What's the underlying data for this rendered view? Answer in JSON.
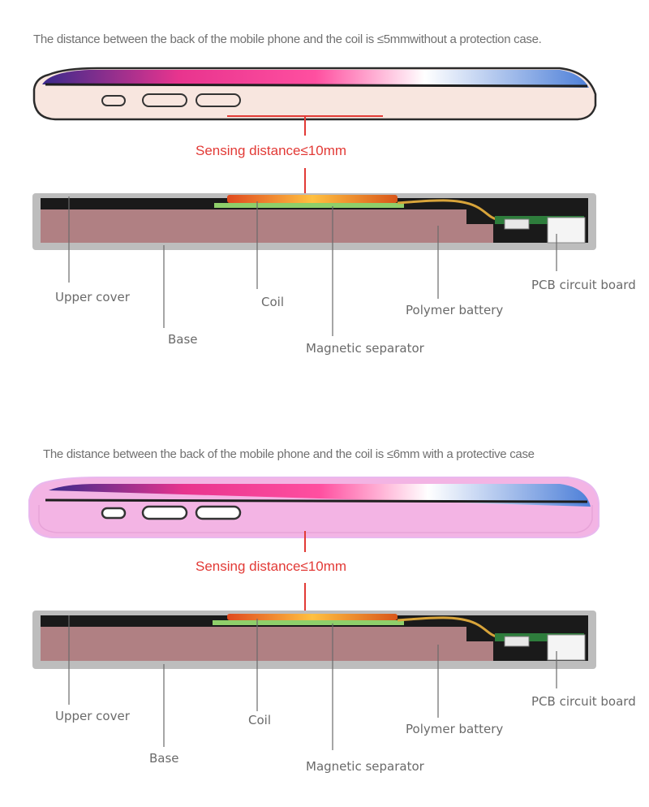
{
  "colors": {
    "phone_body_plain": "#f8e6df",
    "phone_case": "#f3b4e4",
    "sensing_red": "#e23a36",
    "base_gray": "#bdbdbd",
    "battery_mauve": "#b08083",
    "coil_green": "#8fcf6a",
    "pcb_green": "#2e7d3c",
    "label_gray": "#6a6a6a"
  },
  "panels": [
    {
      "caption": "The distance between the back of the mobile phone and the coil is ≤5mmwithout a protection case.",
      "sensing": "Sensing distance≤10mm",
      "labels": {
        "upper_cover": "Upper cover",
        "coil": "Coil",
        "pcb": "PCB circuit board",
        "battery": "Polymer battery",
        "base": "Base",
        "separator": "Magnetic separator"
      }
    },
    {
      "caption": "The distance between the back of the mobile phone and the coil is ≤6mm with a protective case",
      "sensing": "Sensing distance≤10mm",
      "labels": {
        "upper_cover": "Upper cover",
        "coil": "Coil",
        "pcb": "PCB circuit board",
        "battery": "Polymer battery",
        "base": "Base",
        "separator": "Magnetic separator"
      }
    }
  ]
}
